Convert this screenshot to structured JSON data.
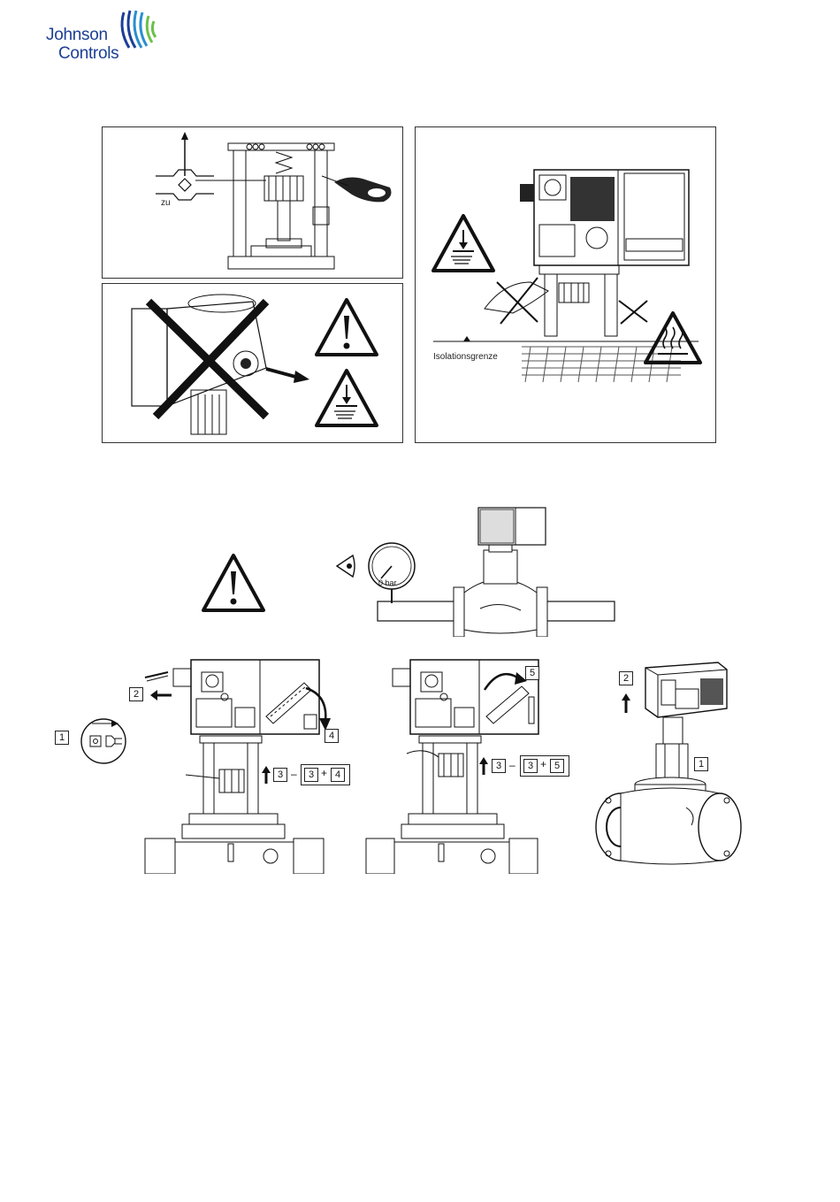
{
  "logo": {
    "line1": "Johnson",
    "line2": "Controls",
    "color": "#1c3f95",
    "mark_colors": [
      "#1c3f95",
      "#2a8fd0",
      "#6cc04a"
    ]
  },
  "panel_close": {
    "label_zu": "zu"
  },
  "panel_isolation": {
    "label": "Isolationsgrenze"
  },
  "gauge": {
    "label": "0 bar"
  },
  "step_left": {
    "n1": "1",
    "n2": "2",
    "n3": "3",
    "n3b": "3",
    "n4": "4",
    "n4b": "4",
    "dash": "–",
    "plus": "+"
  },
  "step_middle": {
    "n3": "3",
    "n3b": "3",
    "n5": "5",
    "n5b": "5",
    "dash": "–",
    "plus": "+"
  },
  "step_right": {
    "n1": "1",
    "n2": "2"
  },
  "icons": [
    "warning-triangle-icon",
    "hand-hazard-icon",
    "hot-surface-icon",
    "eye-icon",
    "plug-icon"
  ]
}
